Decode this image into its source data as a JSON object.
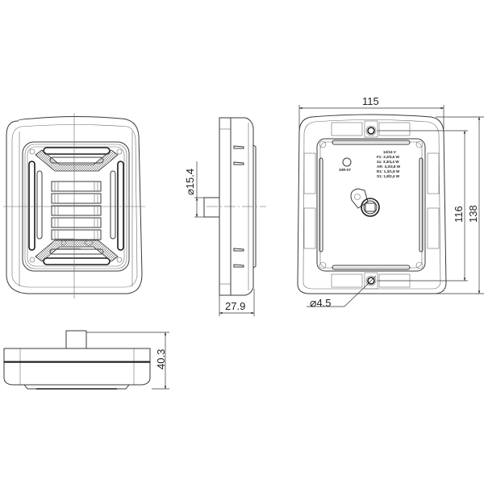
{
  "drawing": {
    "type": "technical-dimension-drawing",
    "subject": "rectangular lamp housing",
    "line_color": "#3a3a3a",
    "background": "#ffffff"
  },
  "views": {
    "front": {
      "label": "front-view"
    },
    "side": {
      "label": "side-view",
      "dimensions": {
        "connector_diameter": "15.4",
        "depth": "27.9"
      }
    },
    "rear": {
      "label": "rear-view",
      "dimensions": {
        "width": "115",
        "height": "138",
        "hole_spacing": "116",
        "hole_diameter": "4.5"
      },
      "spec_label": {
        "voltage": "12/24 V",
        "lines": [
          "F1: 3,3/3,6 W",
          "2a: 3,3/4,4 W",
          "AR: 3,3/3,8 W",
          "R1: 1,3/1,8 W",
          "S1: 1,8/2,4 W"
        ],
        "approval": "10R-07"
      }
    },
    "bottom": {
      "label": "bottom-view",
      "dimensions": {
        "height": "40.3"
      }
    }
  },
  "symbols": {
    "diameter": "⌀"
  }
}
